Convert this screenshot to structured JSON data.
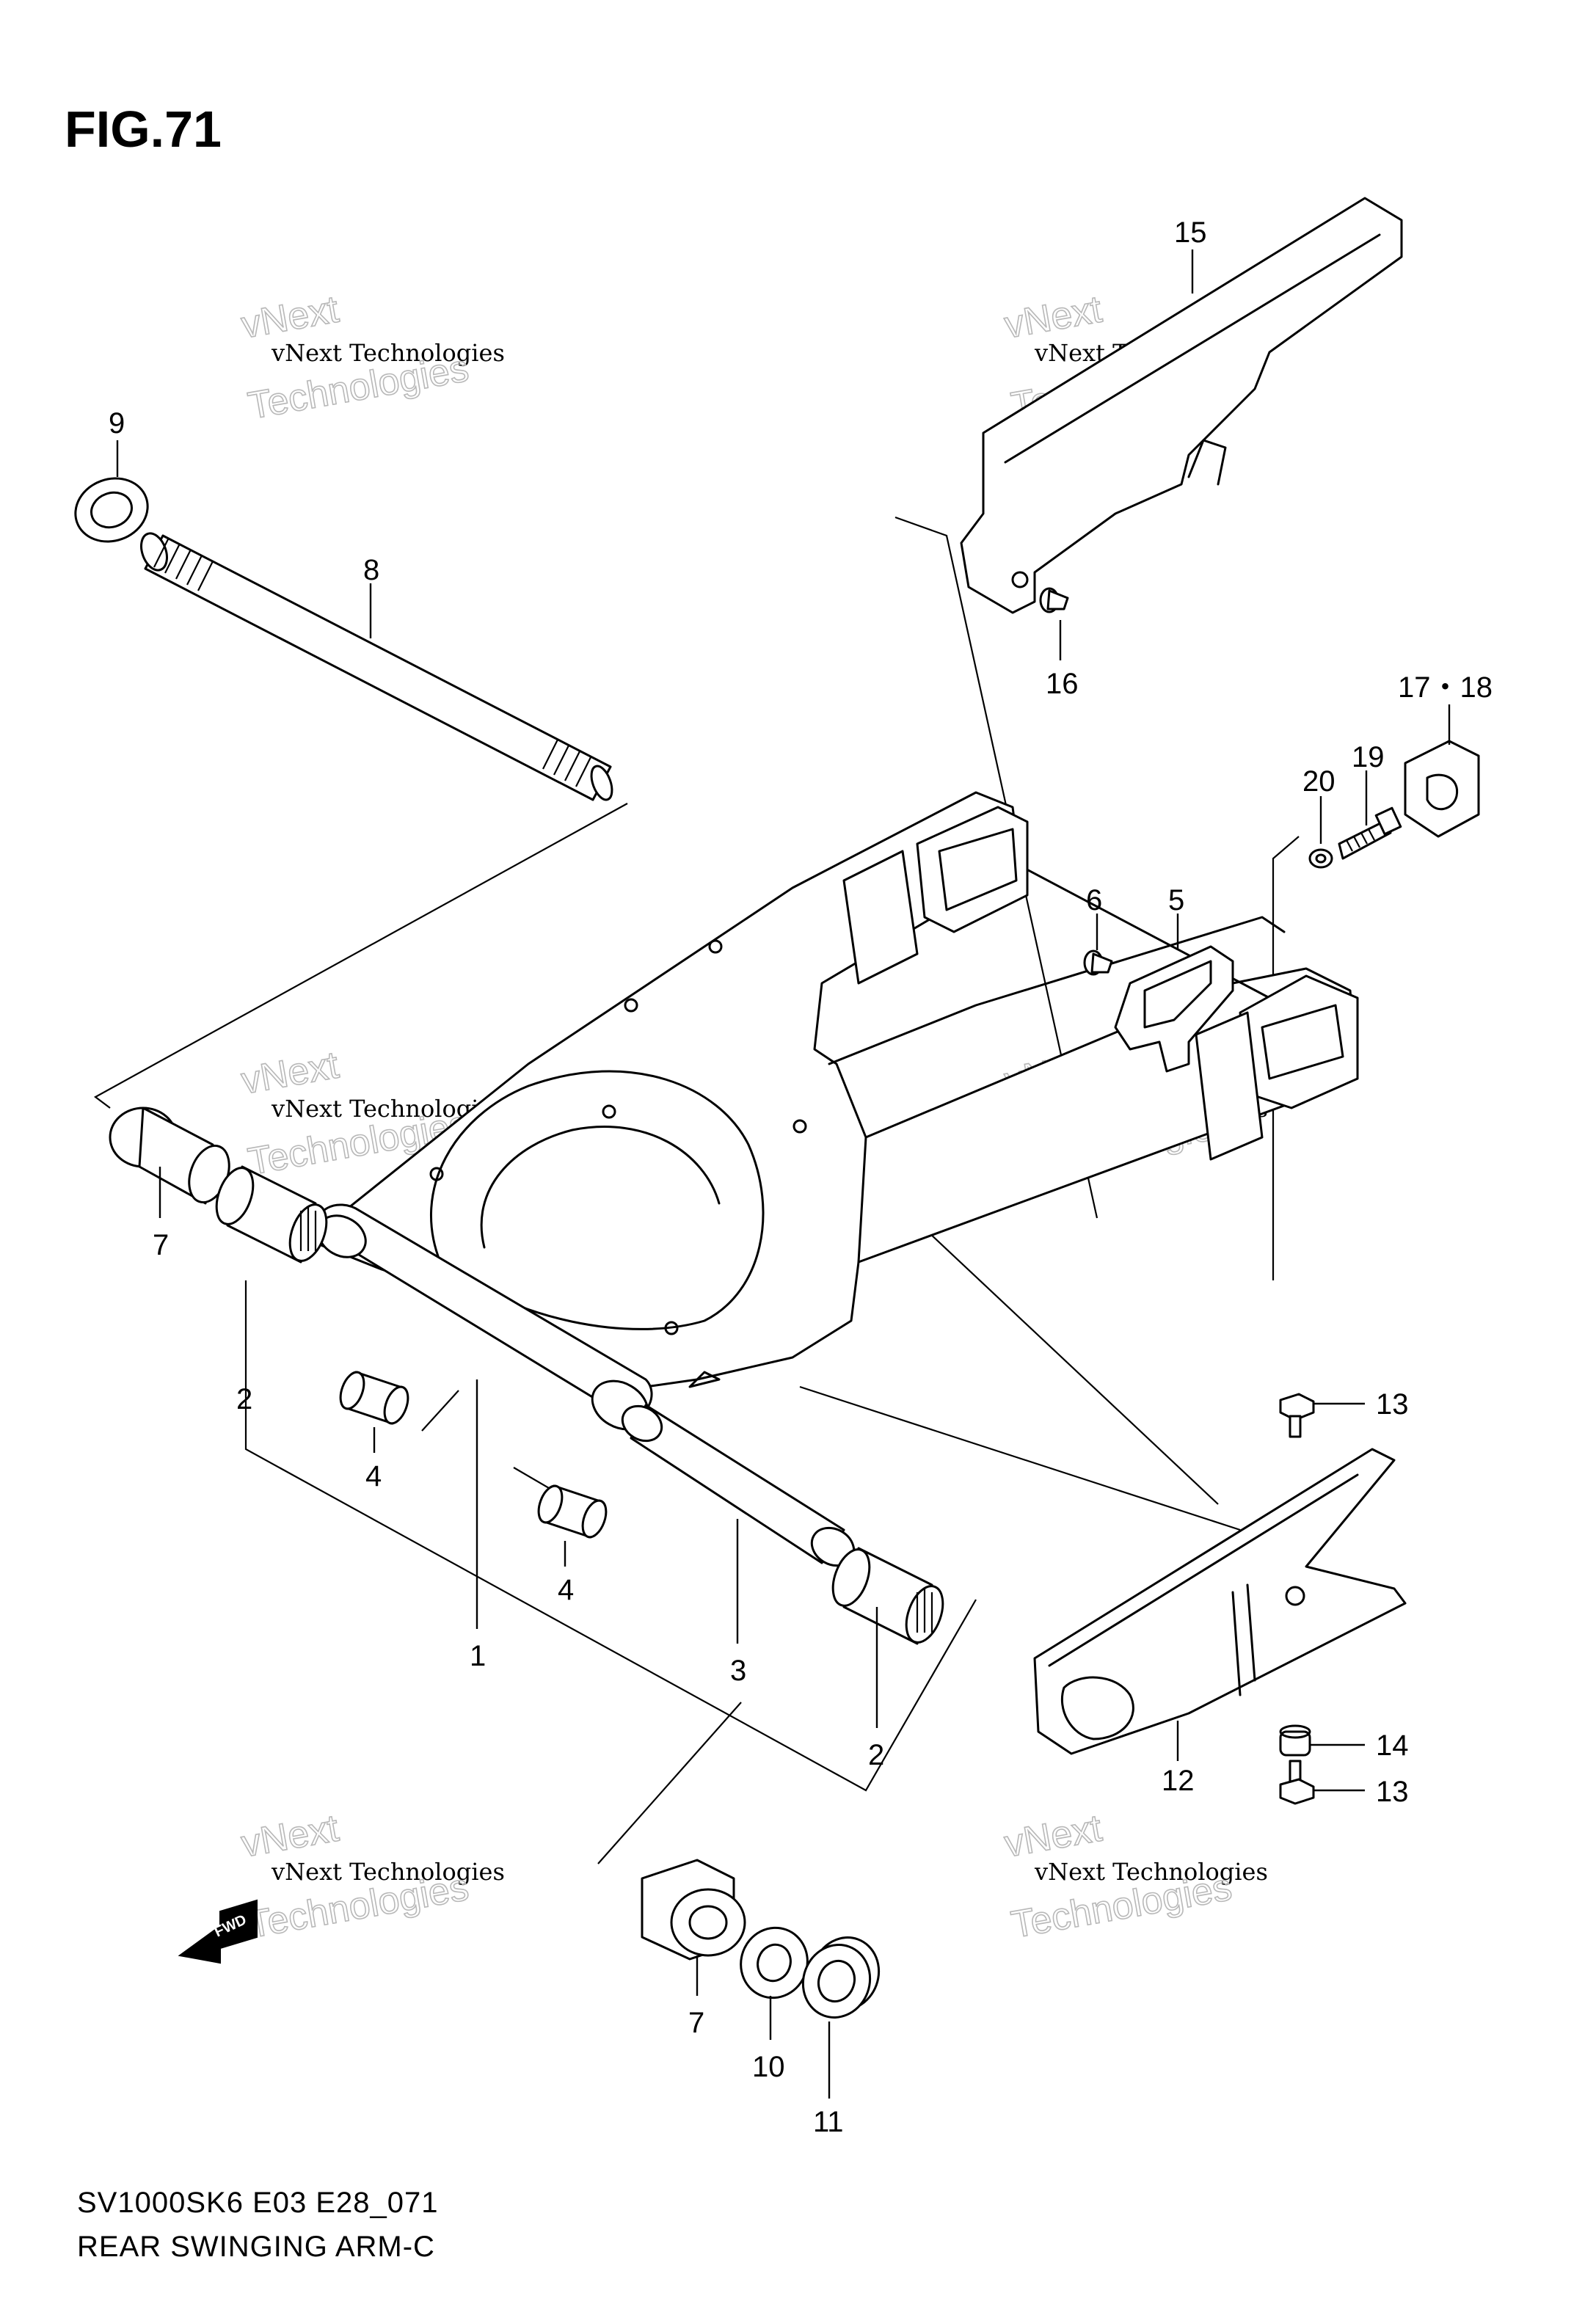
{
  "figure_title": "FIG.71",
  "footer": {
    "model_code": "SV1000SK6 E03 E28_071",
    "diagram_name": "REAR SWINGING ARM-C"
  },
  "fwd_label": "FWD",
  "watermark": {
    "line1": "vNext Technologies",
    "line2": "vNext",
    "line3": "Technologies"
  },
  "callouts": [
    {
      "id": "c1",
      "text": "1"
    },
    {
      "id": "c2a",
      "text": "2"
    },
    {
      "id": "c2b",
      "text": "2"
    },
    {
      "id": "c3",
      "text": "3"
    },
    {
      "id": "c4a",
      "text": "4"
    },
    {
      "id": "c4b",
      "text": "4"
    },
    {
      "id": "c5",
      "text": "5"
    },
    {
      "id": "c6",
      "text": "6"
    },
    {
      "id": "c7a",
      "text": "7"
    },
    {
      "id": "c7b",
      "text": "7"
    },
    {
      "id": "c8",
      "text": "8"
    },
    {
      "id": "c9",
      "text": "9"
    },
    {
      "id": "c10",
      "text": "10"
    },
    {
      "id": "c11",
      "text": "11"
    },
    {
      "id": "c12",
      "text": "12"
    },
    {
      "id": "c13a",
      "text": "13"
    },
    {
      "id": "c13b",
      "text": "13"
    },
    {
      "id": "c14",
      "text": "14"
    },
    {
      "id": "c15",
      "text": "15"
    },
    {
      "id": "c16",
      "text": "16"
    },
    {
      "id": "c17",
      "text": "17・18"
    },
    {
      "id": "c19",
      "text": "19"
    },
    {
      "id": "c20",
      "text": "20"
    }
  ],
  "colors": {
    "ink": "#000000",
    "background": "#ffffff",
    "watermark_outline": "#b8b8b8"
  }
}
